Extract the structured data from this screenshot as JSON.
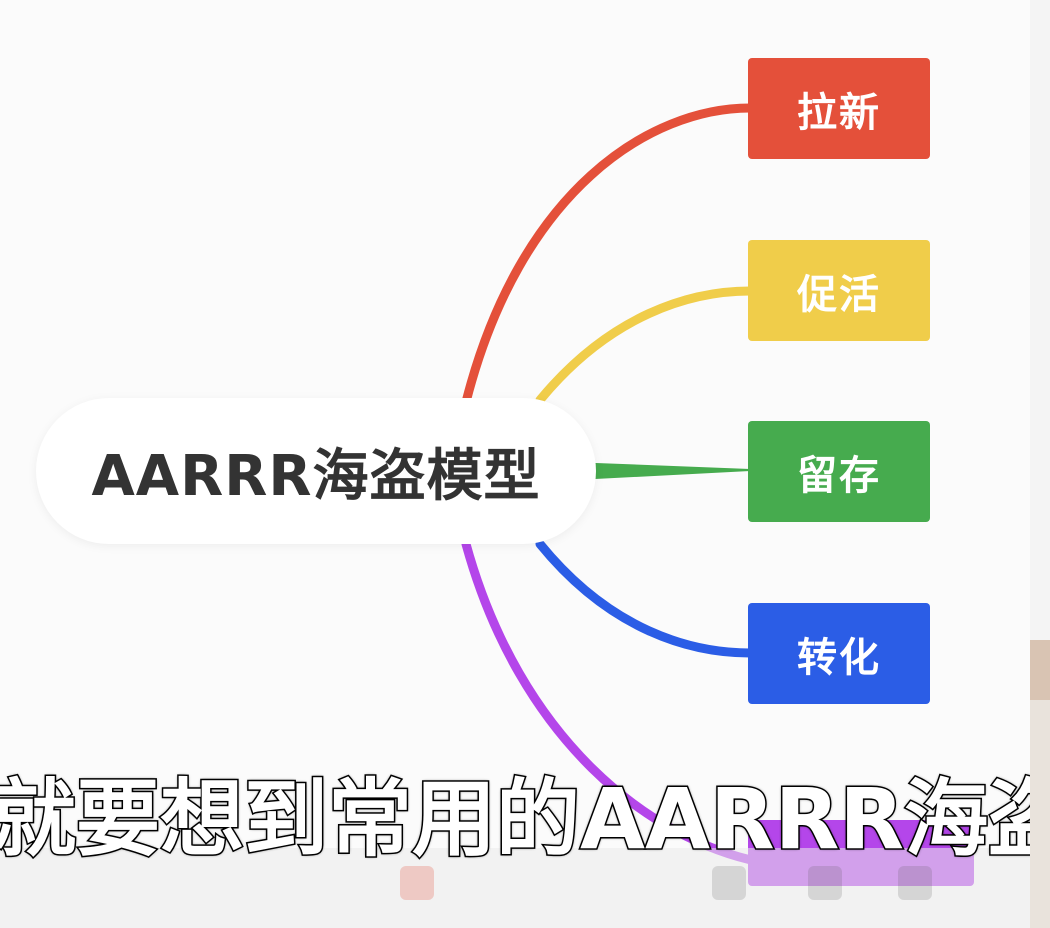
{
  "diagram": {
    "center": {
      "label": "AARRR海盗模型"
    },
    "branches": [
      {
        "label": "拉新",
        "color": "#e4503a"
      },
      {
        "label": "促活",
        "color": "#f0cd4a"
      },
      {
        "label": "留存",
        "color": "#46ab4e"
      },
      {
        "label": "转化",
        "color": "#2b5de6"
      },
      {
        "label": "",
        "color": "#b446ea"
      }
    ]
  },
  "subtitle": "就要想到常用的AARRR海盗模型"
}
